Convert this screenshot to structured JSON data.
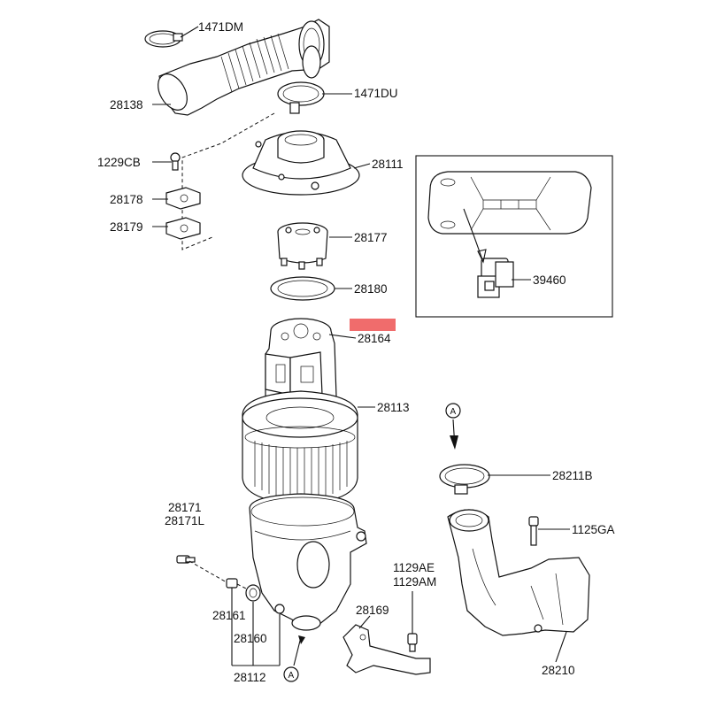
{
  "diagram": {
    "highlight_color": "#f06c6c",
    "labels": {
      "p1471DM": "1471DM",
      "p28138": "28138",
      "p1471DU": "1471DU",
      "p1229CB": "1229CB",
      "p28111": "28111",
      "p28178": "28178",
      "p28179": "28179",
      "p28177": "28177",
      "p28180": "28180",
      "p39460": "39460",
      "p28164": "28164",
      "p28113": "28113",
      "p28211B": "28211B",
      "p28171": "28171",
      "p28171L": "28171L",
      "p1125GA": "1125GA",
      "p1129AE": "1129AE",
      "p1129AM": "1129AM",
      "p28161": "28161",
      "p28169": "28169",
      "p28160": "28160",
      "p28210": "28210",
      "p28112": "28112",
      "refA_top": "A",
      "refA_bottom": "A"
    }
  }
}
